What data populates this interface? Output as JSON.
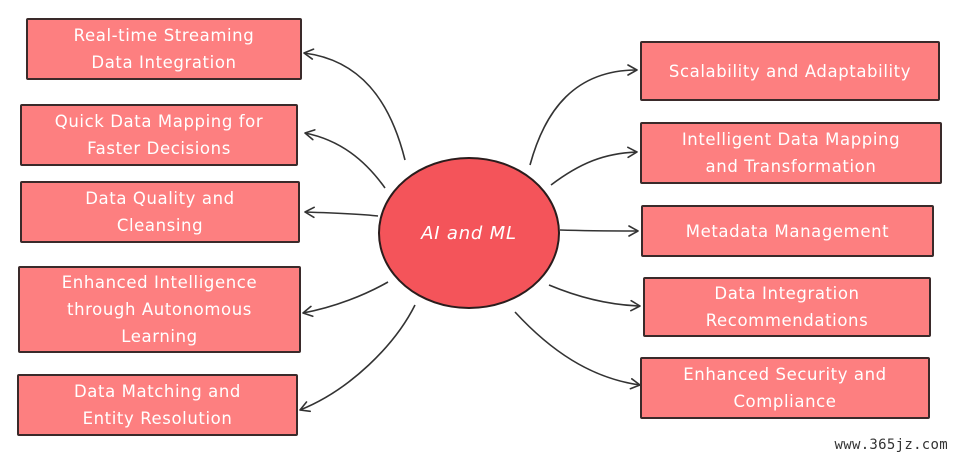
{
  "hub": {
    "label": "AI and ML"
  },
  "left_nodes": [
    {
      "lines": [
        "Real-time Streaming",
        "Data Integration"
      ]
    },
    {
      "lines": [
        "Quick Data Mapping for",
        "Faster Decisions"
      ]
    },
    {
      "lines": [
        "Data Quality and",
        "Cleansing"
      ]
    },
    {
      "lines": [
        "Enhanced Intelligence",
        "through Autonomous",
        "Learning"
      ]
    },
    {
      "lines": [
        "Data Matching and",
        "Entity Resolution"
      ]
    }
  ],
  "right_nodes": [
    {
      "lines": [
        "Scalability and Adaptability"
      ]
    },
    {
      "lines": [
        "Intelligent Data Mapping",
        "and Transformation"
      ]
    },
    {
      "lines": [
        "Metadata Management"
      ]
    },
    {
      "lines": [
        "Data Integration",
        "Recommendations"
      ]
    },
    {
      "lines": [
        "Enhanced Security and",
        "Compliance"
      ]
    }
  ],
  "watermark": "www.365jz.com",
  "colors": {
    "node_fill": "#fd7f80",
    "hub_fill": "#f4545a",
    "stroke": "#333333"
  }
}
